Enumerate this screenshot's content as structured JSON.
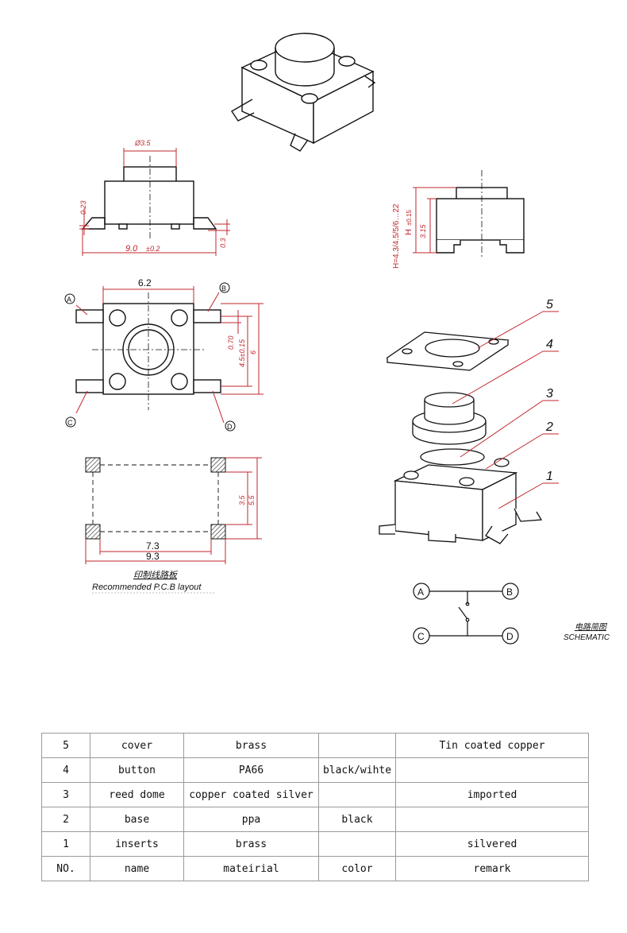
{
  "dimensions": {
    "dia": "Ø3.5",
    "h023": "0.23",
    "w90": "9.0",
    "tol02": "±0.2",
    "h03": "0.3",
    "w62": "6.2",
    "h070": "0.70",
    "h45": "4.5±0.15",
    "h6": "6",
    "h_series": "H=4.3/4.5/5/6…22",
    "h_label": "H",
    "h_tol": "±0.15",
    "h315": "3.15",
    "pcb35": "3.5",
    "pcb55": "5.5",
    "pcb73": "7.3",
    "pcb93": "9.3"
  },
  "pins": [
    "A",
    "B",
    "C",
    "D"
  ],
  "parts_callouts": [
    "5",
    "4",
    "3",
    "2",
    "1"
  ],
  "captions": {
    "pcb_cn": "印制线路板",
    "pcb_en": "Recommended P.C.B layout",
    "schem_cn": "电路简图",
    "schem_en": "SCHEMATIC"
  },
  "table": {
    "rows": [
      [
        "5",
        "cover",
        "brass",
        "",
        "Tin coated copper"
      ],
      [
        "4",
        "button",
        "PA66",
        "black/wihte",
        ""
      ],
      [
        "3",
        "reed dome",
        "copper coated silver",
        "",
        "imported"
      ],
      [
        "2",
        "base",
        "ppa",
        "black",
        ""
      ],
      [
        "1",
        "inserts",
        "brass",
        "",
        "silvered"
      ],
      [
        "NO.",
        "name",
        "mateirial",
        "color",
        "remark"
      ]
    ]
  }
}
